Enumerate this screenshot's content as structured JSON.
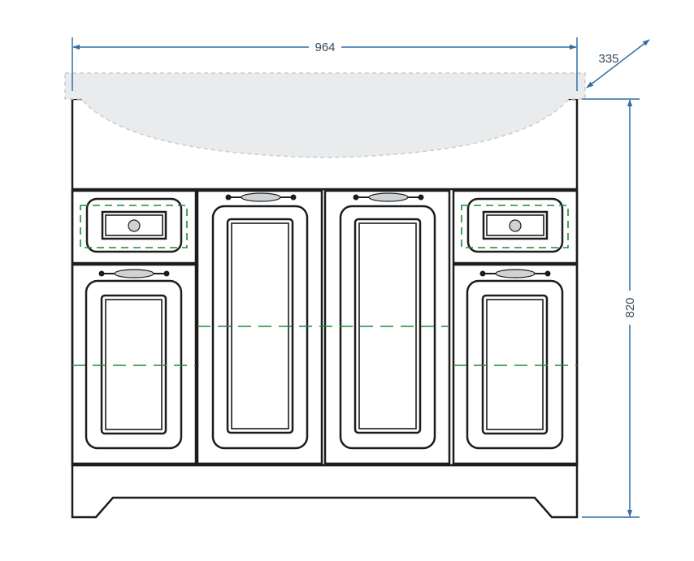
{
  "dimensions": {
    "width": "964",
    "depth": "335",
    "height": "820"
  },
  "colors": {
    "dimension_line": "#2f6fa6",
    "dimension_text": "#3a4a5a",
    "outline": "#1c1c1c",
    "sink": "#e9ebec",
    "sink_edge": "#c9cdd0",
    "handle": "#cfd3d6",
    "hidden_line": "#1f8a3a"
  }
}
